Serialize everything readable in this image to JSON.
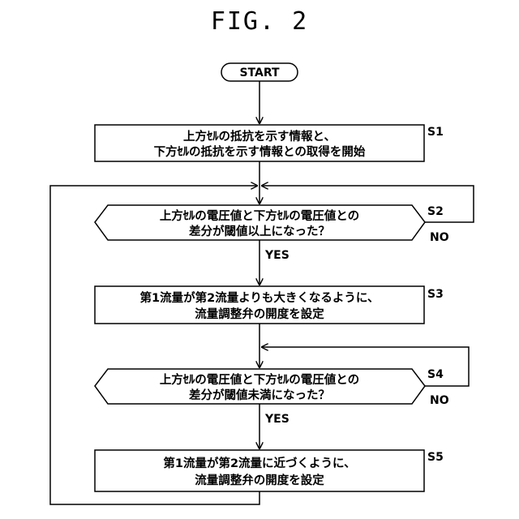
{
  "figure_title": "FIG. 2",
  "start_label": "START",
  "steps": [
    {
      "id": "S1",
      "kind": "process",
      "lines": [
        "上方ｾﾙの抵抗を示す情報と、",
        "下方ｾﾙの抵抗を示す情報との取得を開始"
      ]
    },
    {
      "id": "S2",
      "kind": "decision",
      "lines": [
        "上方ｾﾙの電圧値と下方ｾﾙの電圧値との",
        "差分が閾値以上になった？"
      ],
      "yes": "YES",
      "no": "NO"
    },
    {
      "id": "S3",
      "kind": "process",
      "lines": [
        "第1流量が第2流量よりも大きくなるように、",
        "流量調整弁の開度を設定"
      ]
    },
    {
      "id": "S4",
      "kind": "decision",
      "lines": [
        "上方ｾﾙの電圧値と下方ｾﾙの電圧値との",
        "差分が閾値未満になった？"
      ],
      "yes": "YES",
      "no": "NO"
    },
    {
      "id": "S5",
      "kind": "process",
      "lines": [
        "第1流量が第2流量に近づくように、",
        "流量調整弁の開度を設定"
      ]
    }
  ]
}
